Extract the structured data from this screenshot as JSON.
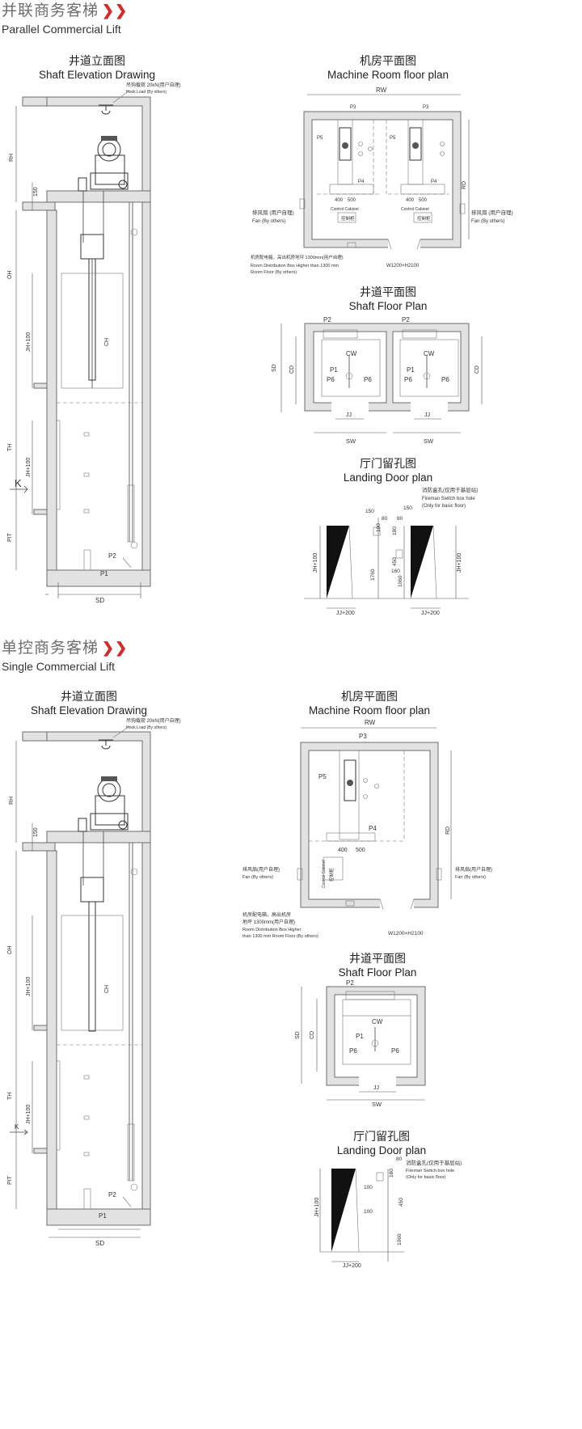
{
  "sections": [
    {
      "title_cn": "并联商务客梯",
      "title_en": "Parallel Commercial Lift",
      "elevation": {
        "title_cn": "井道立面图",
        "title_en": "Shaft Elevation Drawing",
        "hook_cn": "吊钩载荷 20kN(用户自理)",
        "hook_en": "Hook Load (By others)",
        "rh": "RH",
        "d150": "150",
        "oh": "OH",
        "jh100a": "JH+100",
        "ch": "CH",
        "th": "TH",
        "jh100b": "JH+100",
        "k": "K",
        "pit": "PIT",
        "p2": "P2",
        "p1": "P1",
        "sd": "SD"
      },
      "machine": {
        "title_cn": "机房平面图",
        "title_en": "Machine Room floor plan",
        "rw": "RW",
        "rd": "RD",
        "p3a": "P3",
        "p3b": "P3",
        "p5a": "P5",
        "p5b": "P5",
        "p4a": "P4",
        "p4b": "P4",
        "d400a": "400",
        "d500a": "500",
        "d400b": "400",
        "d500b": "500",
        "cabinet_en": "Control Cabinet",
        "cabinet_cn": "控制柜",
        "fan_l_cn": "排风扇 (用户自理)",
        "fan_l_en": "Fan (By others)",
        "fan_r_cn": "排风扇 (用户自理)",
        "fan_r_en": "Fan (By others)",
        "box_cn": "机房配电箱，高出机房地坪 1300mm(用户自理)",
        "box_en1": "Room Distribution Box Higher than 1300 mm",
        "box_en2": "Room Floor (By others)",
        "door": "W1200×H2100"
      },
      "shaft": {
        "title_cn": "井道平面图",
        "title_en": "Shaft Floor Plan",
        "sd": "SD",
        "cd": "CD",
        "cw": "CW",
        "p1": "P1",
        "p2": "P2",
        "p6": "P6",
        "jj": "JJ",
        "sw": "SW"
      },
      "landing": {
        "title_cn": "厅门留孔图",
        "title_en": "Landing Door plan",
        "fs_cn": "消防盒孔(仅用于基层站)",
        "fs_en1": "Fireman Switch box hole",
        "fs_en2": "(Only for basic floor)",
        "d150a": "150",
        "d80a": "80",
        "d150b": "150",
        "d80b": "80",
        "d100": "100",
        "d180": "180",
        "d450": "450",
        "d160": "160",
        "d1760": "1760",
        "d1060": "1060",
        "jh100": "JH+100",
        "jj200": "JJ+200"
      }
    },
    {
      "title_cn": "单控商务客梯",
      "title_en": "Single Commercial Lift",
      "elevation": {
        "title_cn": "井道立面图",
        "title_en": "Shaft Elevation Drawing",
        "hook_cn": "吊钩载荷 20kN(用户自理)",
        "hook_en": "Hook Load (By others)",
        "rh": "RH",
        "d150": "150",
        "oh": "OH",
        "jh100a": "JH+100",
        "ch": "CH",
        "th": "TH",
        "jh100b": "JH+100",
        "k": "K",
        "pit": "PIT",
        "p2": "P2",
        "p1": "P1",
        "sd": "SD"
      },
      "machine": {
        "title_cn": "机房平面图",
        "title_en": "Machine Room floor plan",
        "rw": "RW",
        "rd": "RD",
        "p3": "P3",
        "p5": "P5",
        "p4": "P4",
        "d400": "400",
        "d500": "500",
        "cabinet_en": "Control Cabinet",
        "cabinet_cn": "控制柜",
        "fan_l_cn": "排风扇(用户自理)",
        "fan_l_en": "Fan (By others)",
        "fan_r_cn": "排风扇(用户自理)",
        "fan_r_en": "Fan (By others)",
        "box_cn1": "机房配电箱，高出机房",
        "box_cn2": "地坪 1300mm(用户自理)",
        "box_en1": "Room Distribution Box Higher",
        "box_en2": "than  1300 mm Room Floor (By others)",
        "door": "W1200×H2100"
      },
      "shaft": {
        "title_cn": "井道平面图",
        "title_en": "Shaft Floor Plan",
        "sd": "SD",
        "cd": "CD",
        "cw": "CW",
        "p1": "P1",
        "p2": "P2",
        "p6a": "P6",
        "p6b": "P6",
        "jj": "JJ",
        "sw": "SW"
      },
      "landing": {
        "title_cn": "厅门留孔图",
        "title_en": "Landing Door plan",
        "fs_cn": "消防盒孔(仅用于基层站)",
        "fs_en1": "Fireman Switch box hole",
        "fs_en2": "(Only for basic floor)",
        "d80": "80",
        "d180": "180",
        "d100a": "100",
        "d450": "450",
        "d100b": "100",
        "d1060": "1060",
        "jh100": "JH+100",
        "jj200": "JJ+200"
      }
    }
  ],
  "colors": {
    "accent": "#d62a2a",
    "wall": "#e2e2e2",
    "door_panel": "#111111"
  }
}
